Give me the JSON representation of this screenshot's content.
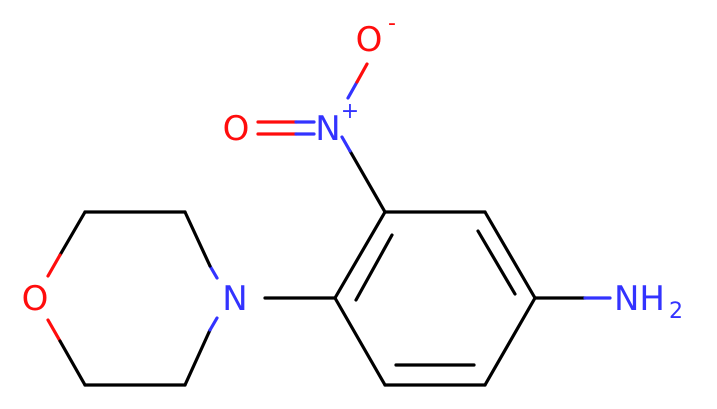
{
  "molecule": {
    "atoms": {
      "nitro_o_minus": {
        "symbol": "O",
        "charge": "-",
        "color": "#ff0d0d"
      },
      "nitro_o_double": {
        "symbol": "O",
        "color": "#ff0d0d"
      },
      "nitro_n": {
        "symbol": "N",
        "charge": "+",
        "color": "#3333ff"
      },
      "morpholine_o": {
        "symbol": "O",
        "color": "#ff0d0d"
      },
      "morpholine_n": {
        "symbol": "N",
        "color": "#3333ff"
      },
      "amine": {
        "symbol": "NH",
        "subscript": "2",
        "color": "#3333ff"
      }
    }
  }
}
